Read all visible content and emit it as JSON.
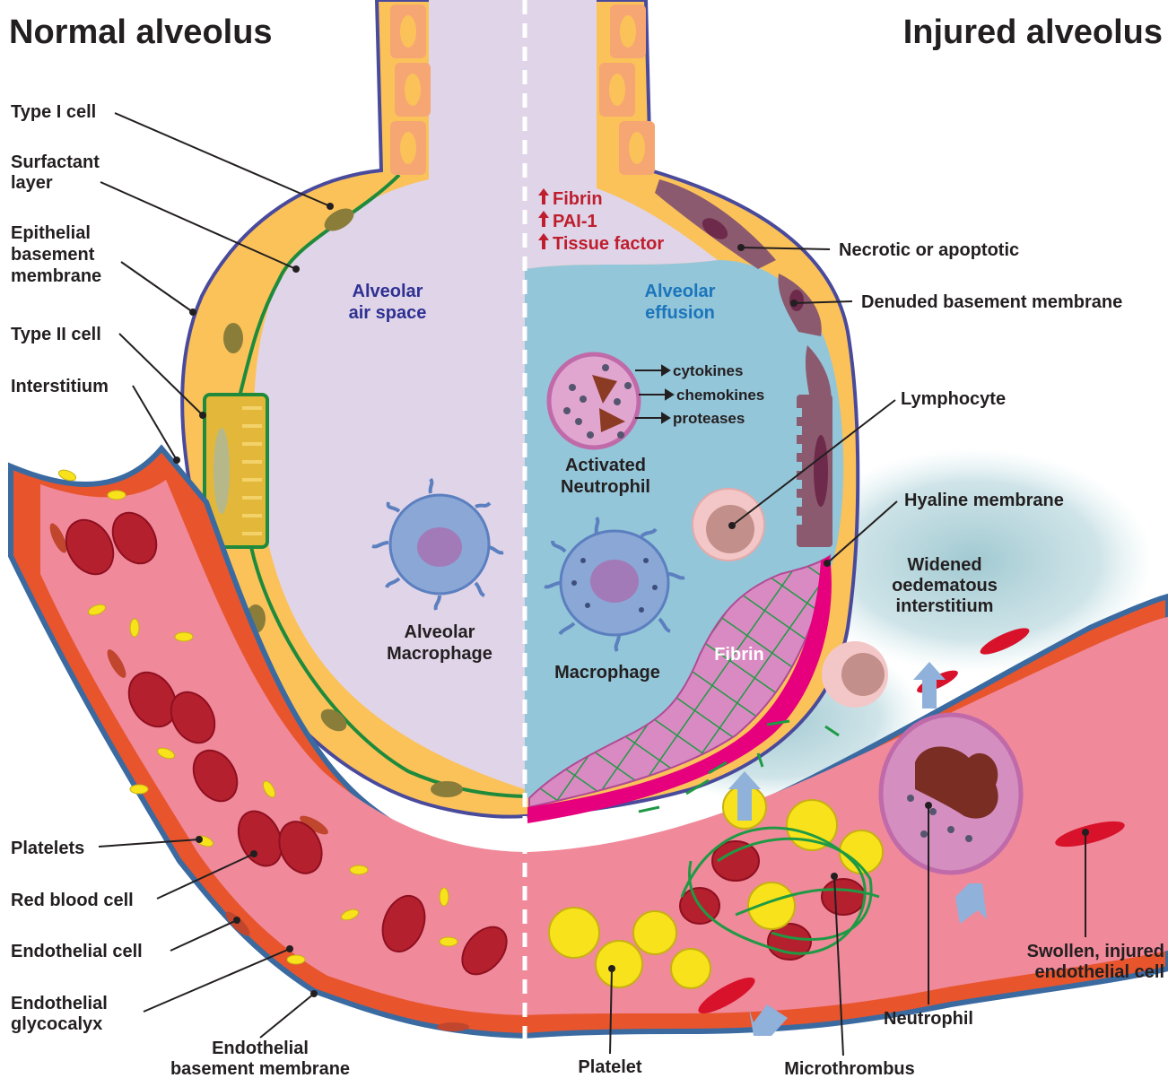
{
  "titles": {
    "left": "Normal alveolus",
    "right": "Injured alveolus"
  },
  "left_labels": {
    "type1": "Type I cell",
    "surfactant": [
      "Surfactant",
      "layer"
    ],
    "ebm": [
      "Epithelial",
      "basement",
      "membrane"
    ],
    "type2": "Type II cell",
    "interstitium": "Interstitium",
    "platelets": "Platelets",
    "rbc": "Red blood cell",
    "endo_cell": "Endothelial cell",
    "glycocalyx": [
      "Endothelial",
      "glycocalyx"
    ],
    "endo_bm": [
      "Endothelial",
      "basement membrane"
    ]
  },
  "center_labels": {
    "air_space": [
      "Alveolar",
      "air space"
    ],
    "alv_macrophage": [
      "Alveolar",
      "Macrophage"
    ],
    "effusion": [
      "Alveolar",
      "effusion"
    ],
    "markers": [
      "Fibrin",
      "PAI-1",
      "Tissue factor"
    ],
    "mediators": [
      "cytokines",
      "chemokines",
      "proteases"
    ],
    "act_neutrophil": [
      "Activated",
      "Neutrophil"
    ],
    "macrophage": "Macrophage",
    "fibrin": "Fibrin"
  },
  "right_labels": {
    "necrotic": "Necrotic or apoptotic",
    "denuded": "Denuded basement membrane",
    "lymphocyte": "Lymphocyte",
    "hyaline": "Hyaline membrane",
    "widened": [
      "Widened",
      "oedematous",
      "interstitium"
    ],
    "swollen": [
      "Swollen, injured",
      "endothelial cell"
    ],
    "neutrophil": "Neutrophil",
    "platelet": "Platelet",
    "microthrombus": "Microthrombus"
  },
  "icons": {
    "arrow_up": "up-arrow-icon"
  },
  "colors": {
    "air_space": "#e0d4e8",
    "effusion": "#94c6d9",
    "vessel_lumen": "#f0899a",
    "endothelium": "#e8552d",
    "red_blood_cell": "#b5202e",
    "platelet": "#f7e21b",
    "type1_cell": "#fbc25a",
    "type2_cell": "#e3b83a",
    "macrophage": "#8aa7d6",
    "neutrophil": "#d48ec0",
    "hyaline_membrane": "#e6007e",
    "fibrin_mesh": "#2e9e48",
    "basement_membrane": "#4a4a9c",
    "text_blue": "#2e3192",
    "text_cyan": "#1b75bc",
    "text_red": "#be1e2d"
  }
}
